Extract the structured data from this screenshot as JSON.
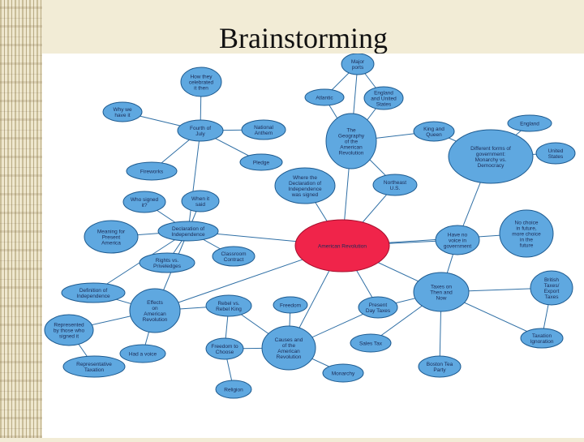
{
  "title": "Brainstorming",
  "colors": {
    "node_fill": "#5fa8e0",
    "node_stroke": "#1d5a8f",
    "center_fill": "#f0244a",
    "center_stroke": "#a30e2c",
    "link": "#2f6fa5",
    "node_text": "#1b2a55"
  },
  "center": {
    "label": "American Revolution"
  },
  "nodes": {
    "major_ports": [
      "Major",
      "ports"
    ],
    "atlantic": [
      "Atlantic"
    ],
    "england_us": [
      "England",
      "and United",
      "States"
    ],
    "how_celebrated": [
      "How they",
      "celebrated",
      "it then"
    ],
    "why_we_have": [
      "Why we",
      "have it"
    ],
    "fourth_july": [
      "Fourth of",
      "July"
    ],
    "national_anthem": [
      "National",
      "Anthem"
    ],
    "geography": [
      "The",
      "Geography",
      "of the",
      "American",
      "Revolution"
    ],
    "king_queen": [
      "King and",
      "Queen"
    ],
    "england": [
      "England"
    ],
    "pledge": [
      "Pledge"
    ],
    "govt": [
      "Different forms of",
      "government:",
      "Monarchy vs.",
      "Democracy"
    ],
    "united_states": [
      "United",
      "States"
    ],
    "fireworks": [
      "Fireworks"
    ],
    "where_signed": [
      "Where the",
      "Declaration of",
      "Independence",
      "was signed"
    ],
    "northeast_us": [
      "Northeast",
      "U.S."
    ],
    "who_signed": [
      "Who signed",
      "it?"
    ],
    "when_said": [
      "When it",
      "said"
    ],
    "meaning": [
      "Meaning for",
      "Present",
      "America"
    ],
    "declaration": [
      "Declaration of",
      "Independence"
    ],
    "no_choice": [
      "No choice",
      "in future,",
      "more choice",
      "in the",
      "future"
    ],
    "have_voice": [
      "Have no",
      "voice in",
      "government"
    ],
    "rights": [
      "Rights vs.",
      "Priveledges"
    ],
    "classroom": [
      "Classroom",
      "Contract"
    ],
    "definition": [
      "Definition of",
      "Independence"
    ],
    "effects": [
      "Effects",
      "on",
      "American",
      "Revolution"
    ],
    "rebel_king": [
      "Rebel vs.",
      "Rebel King"
    ],
    "freedom": [
      "Freedom"
    ],
    "present_taxes": [
      "Present",
      "Day Taxes"
    ],
    "taxes_then_now": [
      "Taxes on",
      "Then and",
      "Now"
    ],
    "british_taxes": [
      "British",
      "Taxes/",
      "Export",
      "Taxes"
    ],
    "represented": [
      "Represented",
      "by those who",
      "signed it"
    ],
    "freedom_choose": [
      "Freedom to",
      "Choose"
    ],
    "causes": [
      "Causes and",
      "of the",
      "American",
      "Revolution"
    ],
    "sales_tax": [
      "Sales Tax"
    ],
    "taxation": [
      "Taxation",
      "Ignoration"
    ],
    "had_voice": [
      "Had a voice"
    ],
    "representative": [
      "Representative",
      "Taxation"
    ],
    "boston": [
      "Boston Tea",
      "Party"
    ],
    "monarchy": [
      "Monarchy"
    ],
    "religion": [
      "Religion"
    ]
  }
}
